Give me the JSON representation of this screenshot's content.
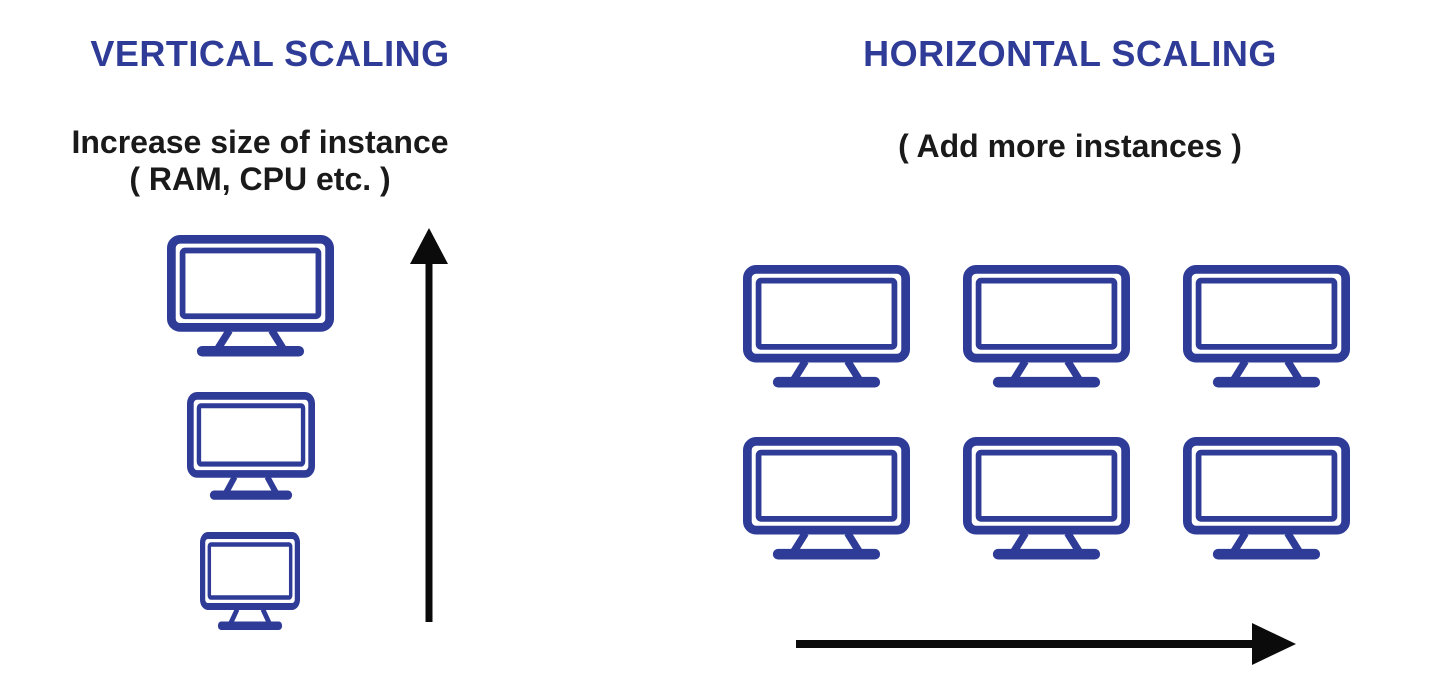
{
  "background_color": "#ffffff",
  "colors": {
    "accent_blue": "#2E3B97",
    "text_black": "#1A1A1A",
    "arrow_black": "#0B0B0B"
  },
  "left_panel": {
    "title": "VERTICAL SCALING",
    "subtitle_line1": "Increase size of instance",
    "subtitle_line2": "( RAM, CPU etc. )",
    "monitors": [
      {
        "icon": "monitor-icon",
        "size": "large"
      },
      {
        "icon": "monitor-icon",
        "size": "medium"
      },
      {
        "icon": "monitor-icon",
        "size": "small"
      }
    ],
    "arrow": {
      "icon": "arrow-up-icon",
      "direction": "up"
    }
  },
  "right_panel": {
    "title": "HORIZONTAL SCALING",
    "subtitle": "( Add more instances )",
    "monitor_grid": {
      "rows": 2,
      "columns": 3,
      "icon": "monitor-icon"
    },
    "arrow": {
      "icon": "arrow-right-icon",
      "direction": "right"
    }
  }
}
